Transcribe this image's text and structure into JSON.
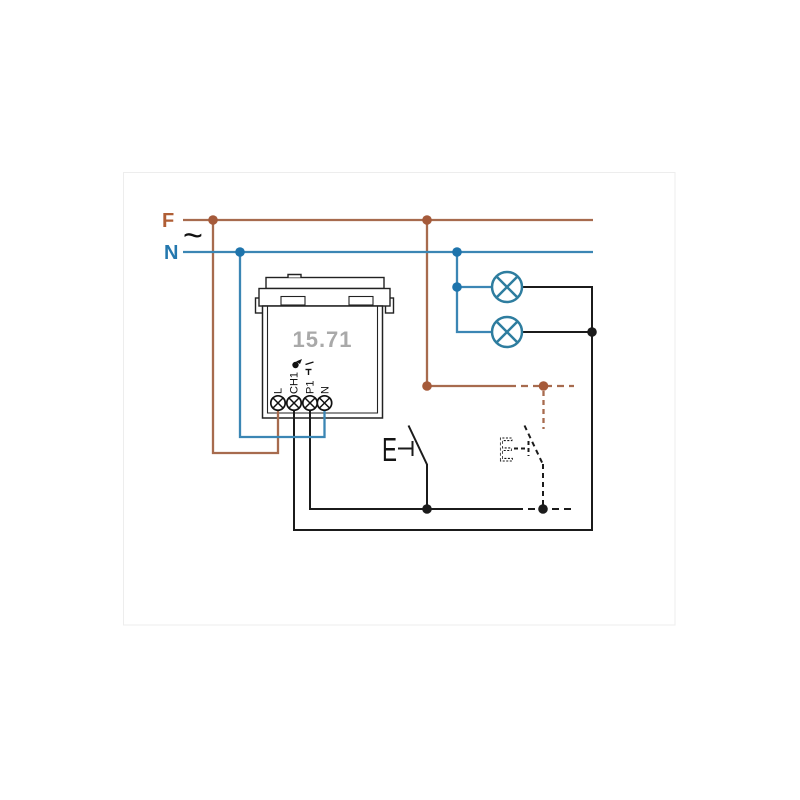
{
  "supply": {
    "phase_label": "F",
    "neutral_label": "N",
    "ac_symbol": "~"
  },
  "device": {
    "model": "15.71",
    "terminals": [
      "L",
      "CH1",
      "P1",
      "N"
    ]
  },
  "switches": {
    "pushbutton_label": "E",
    "optional_pushbutton_label": "E"
  },
  "lamps": {
    "count": 2
  },
  "colors": {
    "phase_wire": "#A76B4E",
    "phase_dot": "#A55A3A",
    "phase_label": "#B05E35",
    "neutral_wire": "#3B86B4",
    "neutral_dot": "#1E74AC",
    "neutral_label": "#2478AE",
    "lamp_stroke": "#2E7D9F",
    "signal_wire": "#1B1B1B",
    "device_outline": "#222222",
    "model_text": "#A9A9A9",
    "frame": "#EDEDED"
  }
}
